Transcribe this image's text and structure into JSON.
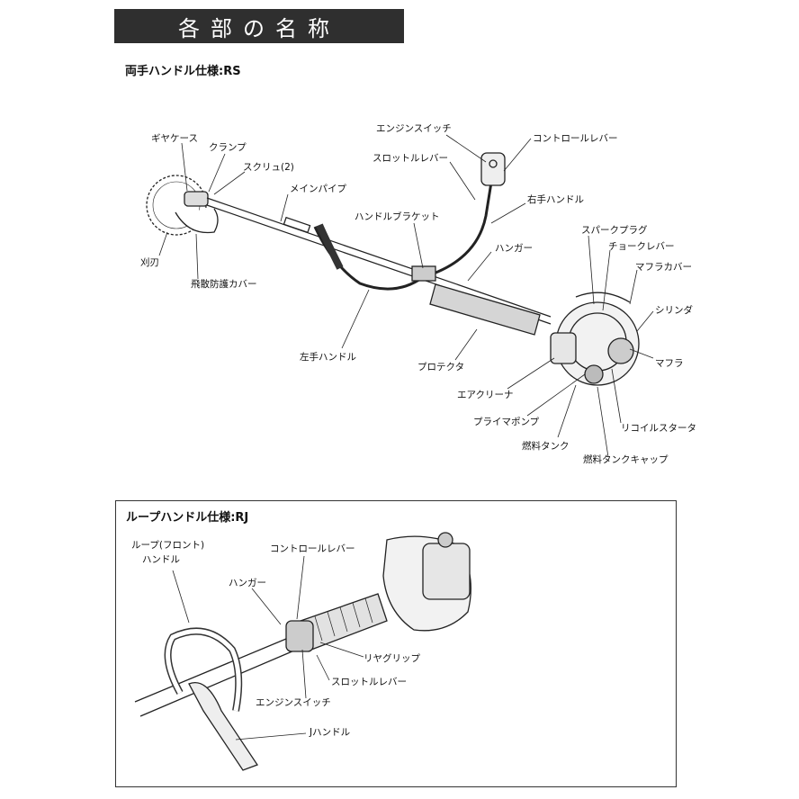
{
  "page_title": "各部の名称",
  "rs": {
    "heading": "両手ハンドル仕様:RS",
    "labels": {
      "gear_case": "ギヤケース",
      "clamp": "クランプ",
      "screw": "スクリュ(2)",
      "main_pipe": "メインパイプ",
      "blade": "刈刃",
      "scatter_guard": "飛散防護カバー",
      "left_handle": "左手ハンドル",
      "engine_switch": "エンジンスイッチ",
      "throttle_lever": "スロットルレバー",
      "control_lever": "コントロールレバー",
      "handle_bracket": "ハンドルブラケット",
      "right_handle": "右手ハンドル",
      "hanger": "ハンガー",
      "spark_plug": "スパークプラグ",
      "choke_lever": "チョークレバー",
      "muffler_cover": "マフラカバー",
      "cylinder": "シリンダ",
      "muffler": "マフラ",
      "protector": "プロテクタ",
      "air_cleaner": "エアクリーナ",
      "primer_pump": "プライマポンプ",
      "recoil_starter": "リコイルスタータ",
      "fuel_tank": "燃料タンク",
      "fuel_tank_cap": "燃料タンクキャップ"
    }
  },
  "rj": {
    "heading": "ループハンドル仕様:RJ",
    "labels": {
      "loop_handle_1": "ループ(フロント)",
      "loop_handle_2": "ハンドル",
      "control_lever": "コントロールレバー",
      "hanger": "ハンガー",
      "rear_grip": "リヤグリップ",
      "throttle_lever": "スロットルレバー",
      "engine_switch": "エンジンスイッチ",
      "j_handle": "Jハンドル"
    }
  }
}
